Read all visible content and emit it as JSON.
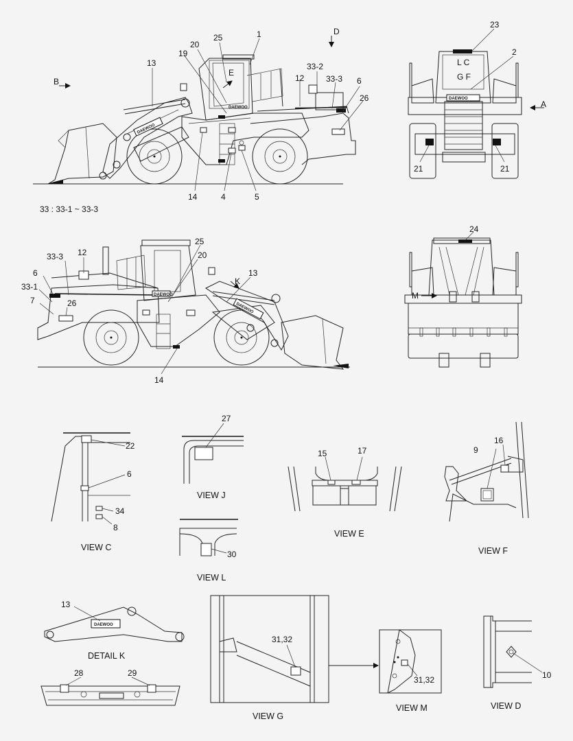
{
  "brand_text": "DAEWOO",
  "note": "33 : 33-1 ~ 33-3",
  "views": {
    "view_c": "VIEW C",
    "view_j": "VIEW J",
    "view_l": "VIEW L",
    "view_e": "VIEW E",
    "view_f": "VIEW F",
    "detail_k": "DETAIL K",
    "view_g": "VIEW G",
    "view_m": "VIEW M",
    "view_d": "VIEW D"
  },
  "arrows": {
    "a": "A",
    "b": "B",
    "d": "D",
    "m": "M",
    "k": "K"
  },
  "window_letters": {
    "e": "E",
    "lc": "L C",
    "gf": "G F"
  },
  "callouts": {
    "side_left": [
      "1",
      "25",
      "20",
      "19",
      "13",
      "12",
      "33-2",
      "33-3",
      "6",
      "26",
      "14",
      "4",
      "5"
    ],
    "front": [
      "23",
      "2",
      "21",
      "21"
    ],
    "side_right": [
      "25",
      "12",
      "33-3",
      "20",
      "13",
      "6",
      "33-1",
      "7",
      "26",
      "14"
    ],
    "rear": [
      "24"
    ],
    "view_c": [
      "22",
      "6",
      "34",
      "8"
    ],
    "view_j": [
      "27"
    ],
    "view_l": [
      "30"
    ],
    "view_e": [
      "15",
      "17"
    ],
    "view_f": [
      "16",
      "9"
    ],
    "detail_k": [
      "13"
    ],
    "bottom_strip": [
      "28",
      "29"
    ],
    "view_g": [
      "31,32"
    ],
    "view_m": [
      "31,32"
    ],
    "view_d": [
      "10"
    ]
  }
}
